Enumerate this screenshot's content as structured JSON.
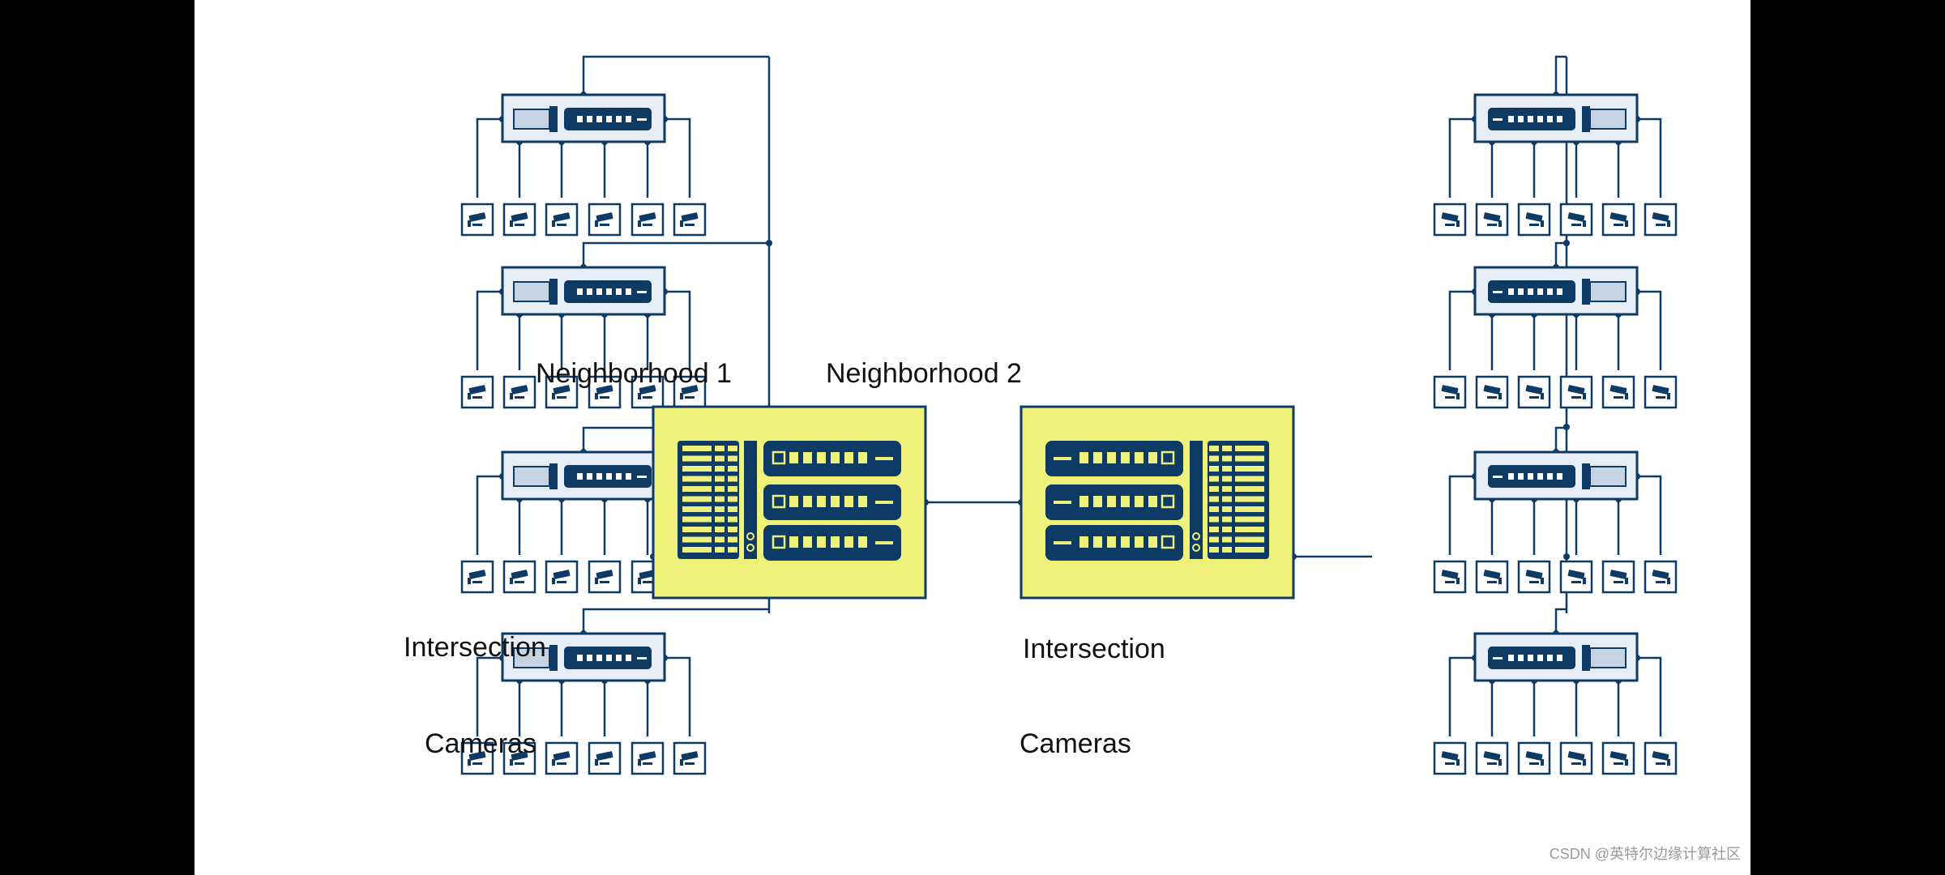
{
  "labels": {
    "neighborhood_1": "Neighborhood 1",
    "neighborhood_2": "Neighborhood 2",
    "intersection_left": "Intersection",
    "intersection_right": "Intersection",
    "cameras_left": "Cameras",
    "cameras_right": "Cameras"
  },
  "watermark": "CSDN @英特尔边缘计算社区",
  "colors": {
    "line": "#0e3a66",
    "device_fill": "#0e3a66",
    "device_panel": "#e8eef5",
    "server_box": "#eef27a",
    "server_border": "#0e3a66",
    "led": "#eef27a"
  },
  "icons": {
    "camera": "security-camera-icon",
    "switch": "network-switch-icon",
    "server": "server-rack-icon"
  },
  "structure": {
    "intersections_per_side": 4,
    "cameras_per_intersection": 6,
    "neighborhoods": 2
  }
}
